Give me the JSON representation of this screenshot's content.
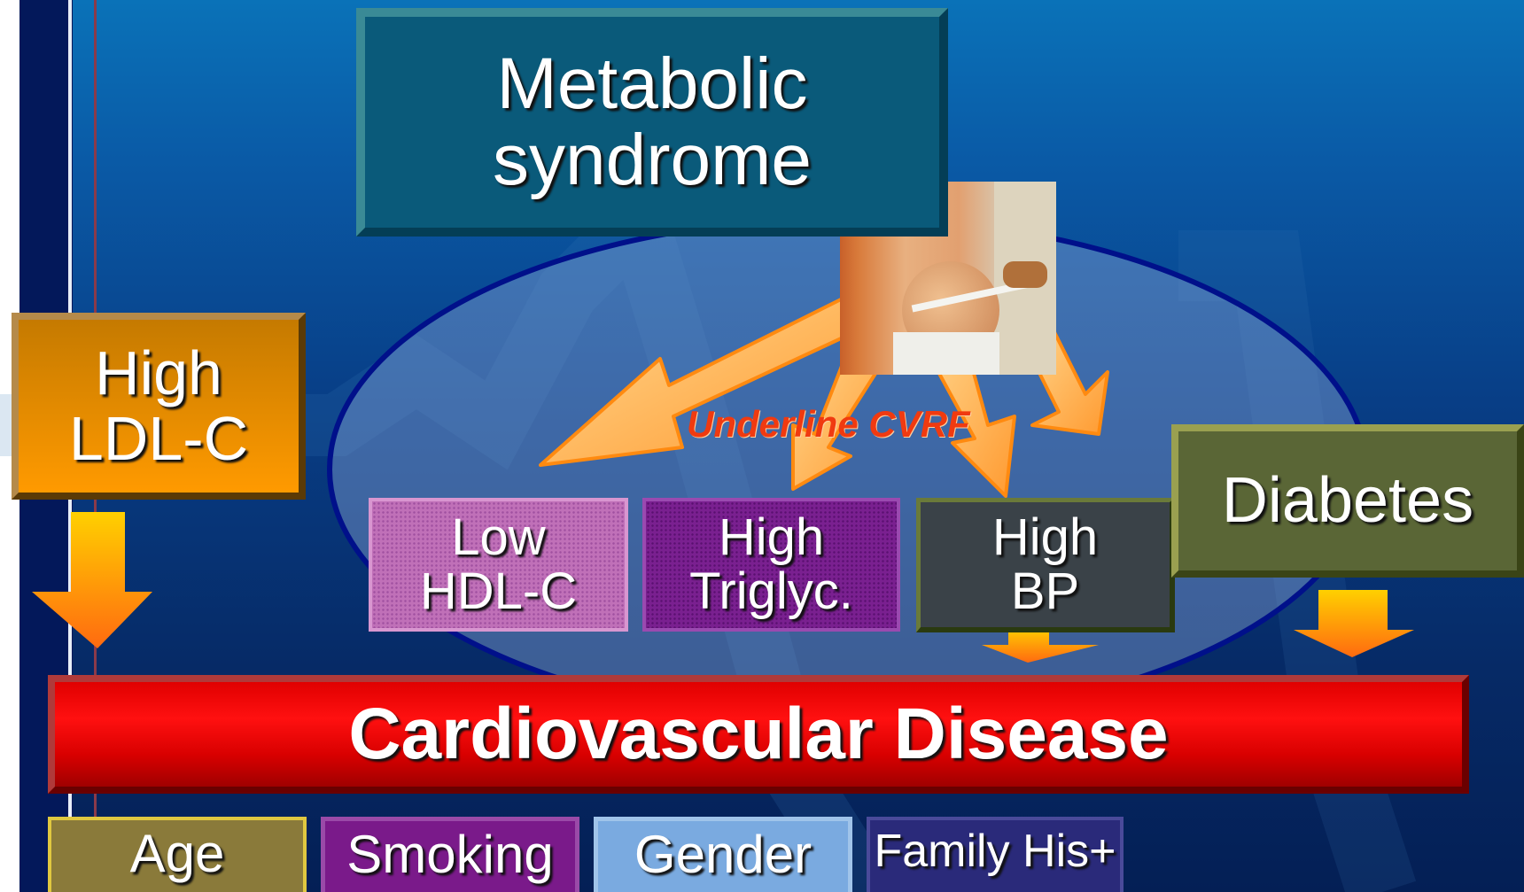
{
  "slide": {
    "title": {
      "line1": "Metabolic",
      "line2": "syndrome"
    },
    "ldl": {
      "line1": "High",
      "line2": "LDL-C"
    },
    "components": [
      {
        "line1": "Low",
        "line2": "HDL-C"
      },
      {
        "line1": "High",
        "line2": "Triglyc."
      },
      {
        "line1": "High",
        "line2": "BP"
      }
    ],
    "diabetes": "Diabetes",
    "underline_label": "Underline CVRF",
    "outcome": "Cardiovascular Disease",
    "risk_factors": [
      "Age",
      "Smoking",
      "Gender",
      "Family His+"
    ],
    "colors": {
      "title_box": "#0a5a7a",
      "ldl_box": "#ff9a00",
      "hdl_box": "#c070b8",
      "trig_box": "#7a2090",
      "bp_box": "#3a4248",
      "diabetes_box": "#5a6636",
      "cvd_bar": "#ff1010",
      "arrow_orange": "#ffa030",
      "label_red": "#f03a10"
    },
    "photo_icon": "abdomen-measurement-photo"
  }
}
